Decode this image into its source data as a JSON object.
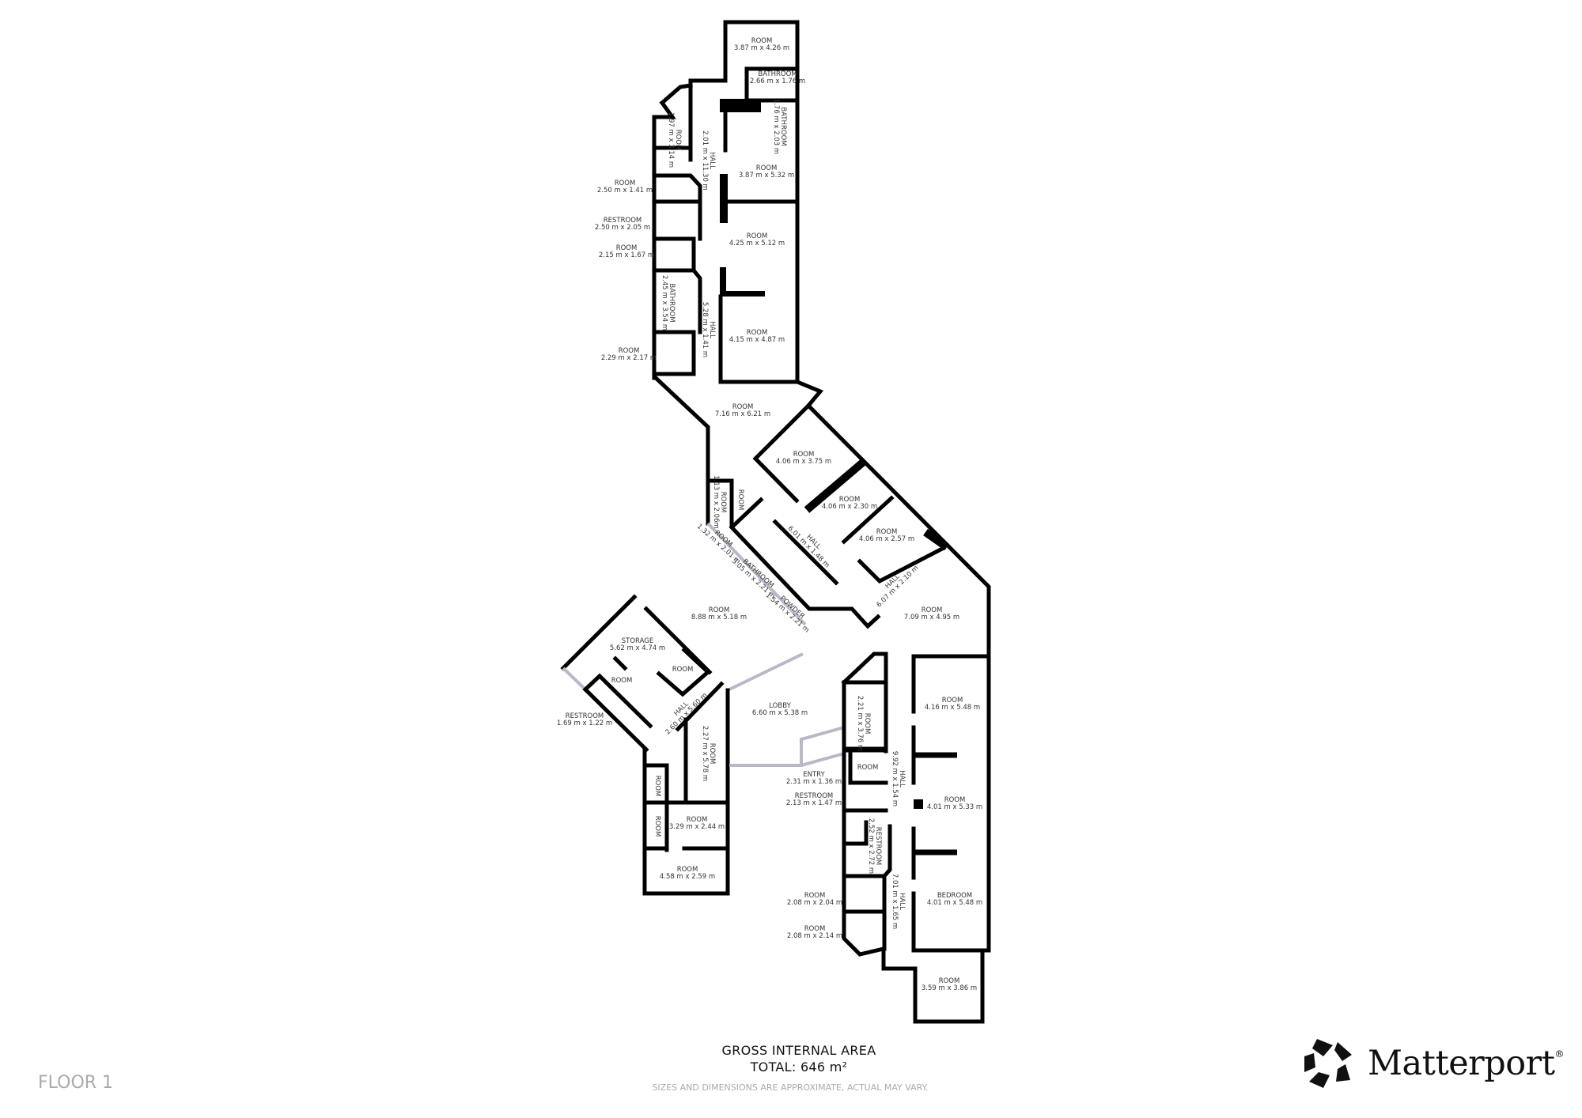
{
  "floor_label": "FLOOR 1",
  "area": {
    "heading": "GROSS INTERNAL AREA",
    "total": "TOTAL: 646 m²",
    "disclaimer": "SIZES AND DIMENSIONS ARE APPROXIMATE, ACTUAL MAY VARY."
  },
  "brand": {
    "name": "Matterport",
    "mark": "®",
    "logo_icon": "matterport-pentagon-logo"
  },
  "colors": {
    "wall": "#000000",
    "window": "#b8b8c8",
    "label": "#333333",
    "muted": "#aaaaaa"
  },
  "rooms": [
    {
      "name": "ROOM",
      "dims": "3.87 m x 4.26 m"
    },
    {
      "name": "BATHROOM",
      "dims": "2.66 m x 1.76 m"
    },
    {
      "name": "BATHROOM",
      "dims": "1.76 m x 2.03 m"
    },
    {
      "name": "ROOM",
      "dims": "1.97 m x 3.14 m"
    },
    {
      "name": "HALL",
      "dims": "2.01 m x 11.30 m"
    },
    {
      "name": "ROOM",
      "dims": "3.87 m x 5.32 m"
    },
    {
      "name": "ROOM",
      "dims": "2.50 m x 1.41 m"
    },
    {
      "name": "RESTROOM",
      "dims": "2.50 m x 2.05 m"
    },
    {
      "name": "ROOM",
      "dims": "2.15 m x 1.67 m"
    },
    {
      "name": "ROOM",
      "dims": "4.25 m x 5.12 m"
    },
    {
      "name": "BATHROOM",
      "dims": "2.45 m x 3.54 m"
    },
    {
      "name": "HALL",
      "dims": "5.28 m x 1.41 m"
    },
    {
      "name": "ROOM",
      "dims": "4.15 m x 4.87 m"
    },
    {
      "name": "ROOM",
      "dims": "2.29 m x 2.17 m"
    },
    {
      "name": "ROOM",
      "dims": "7.16 m x 6.21 m"
    },
    {
      "name": "ROOM",
      "dims": "4.06 m x 3.75 m"
    },
    {
      "name": "ROOM",
      "dims": "1.13 m x 2.06m"
    },
    {
      "name": "ROOM",
      "dims": ""
    },
    {
      "name": "ROOM",
      "dims": "4.06 m x 2.30 m"
    },
    {
      "name": "ROOM",
      "dims": "4.06 m x 2.57 m"
    },
    {
      "name": "HALL",
      "dims": "6.01 m x 1.48 m"
    },
    {
      "name": "HALL",
      "dims": "6.07 m x 2.10 m"
    },
    {
      "name": "ROOM",
      "dims": "7.09 m x 4.95 m"
    },
    {
      "name": "ROOM",
      "dims": "1.32 m x 2.01 m"
    },
    {
      "name": "BATHROOM",
      "dims": "3.05 m x 2.21 m"
    },
    {
      "name": "POWDER",
      "dims": "1.54 m x 2.21 m"
    },
    {
      "name": "ROOM",
      "dims": "8.88 m x 5.18 m"
    },
    {
      "name": "STORAGE",
      "dims": "5.62 m x 4.74 m"
    },
    {
      "name": "ROOM",
      "dims": ""
    },
    {
      "name": "ROOM",
      "dims": ""
    },
    {
      "name": "RESTROOM",
      "dims": "1.69 m x 1.22 m"
    },
    {
      "name": "HALL",
      "dims": "2.60 m x 5.60 m"
    },
    {
      "name": "ROOM",
      "dims": "2.27 m x 5.78 m"
    },
    {
      "name": "LOBBY",
      "dims": "6.60 m x 5.38 m"
    },
    {
      "name": "ENTRY",
      "dims": "2.31 m x 1.36 m"
    },
    {
      "name": "RESTROOM",
      "dims": "2.13 m x 1.47 m"
    },
    {
      "name": "ROOM",
      "dims": ""
    },
    {
      "name": "ROOM",
      "dims": ""
    },
    {
      "name": "ROOM",
      "dims": "3.29 m x 2.44 m"
    },
    {
      "name": "ROOM",
      "dims": "4.58 m x 2.59 m"
    },
    {
      "name": "ROOM",
      "dims": "2.21 m x 3.76 m"
    },
    {
      "name": "ROOM",
      "dims": "4.16 m x 5.48 m"
    },
    {
      "name": "HALL",
      "dims": "9.92 m x 1.54 m"
    },
    {
      "name": "ROOM",
      "dims": ""
    },
    {
      "name": "ROOM",
      "dims": "4.01 m x 5.33 m"
    },
    {
      "name": "RESTROOM",
      "dims": "2.52 m x 2.72 m"
    },
    {
      "name": "HALL",
      "dims": "7.01 m x 1.65 m"
    },
    {
      "name": "BEDROOM",
      "dims": "4.01 m x 5.48 m"
    },
    {
      "name": "ROOM",
      "dims": "2.08 m x 2.04 m"
    },
    {
      "name": "ROOM",
      "dims": "2.08 m x 2.14 m"
    },
    {
      "name": "ROOM",
      "dims": "3.59 m x 3.86 m"
    }
  ]
}
